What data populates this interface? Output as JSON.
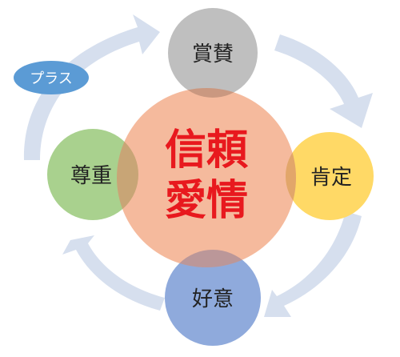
{
  "center": {
    "line1": "信頼",
    "line2": "愛情",
    "fill": "#F4B08F",
    "text_color": "#E8191E"
  },
  "nodes": {
    "top": {
      "label": "賞賛",
      "fill": "#BFBFBF"
    },
    "right": {
      "label": "肯定",
      "fill": "#FFD966"
    },
    "bottom": {
      "label": "好意",
      "fill": "#8FAADC"
    },
    "left": {
      "label": "尊重",
      "fill": "#A9D18E"
    }
  },
  "tag": {
    "label": "プラス",
    "fill": "#5B9BD5"
  },
  "arrow_color": "#D6DFEE",
  "label_color": "#222222"
}
